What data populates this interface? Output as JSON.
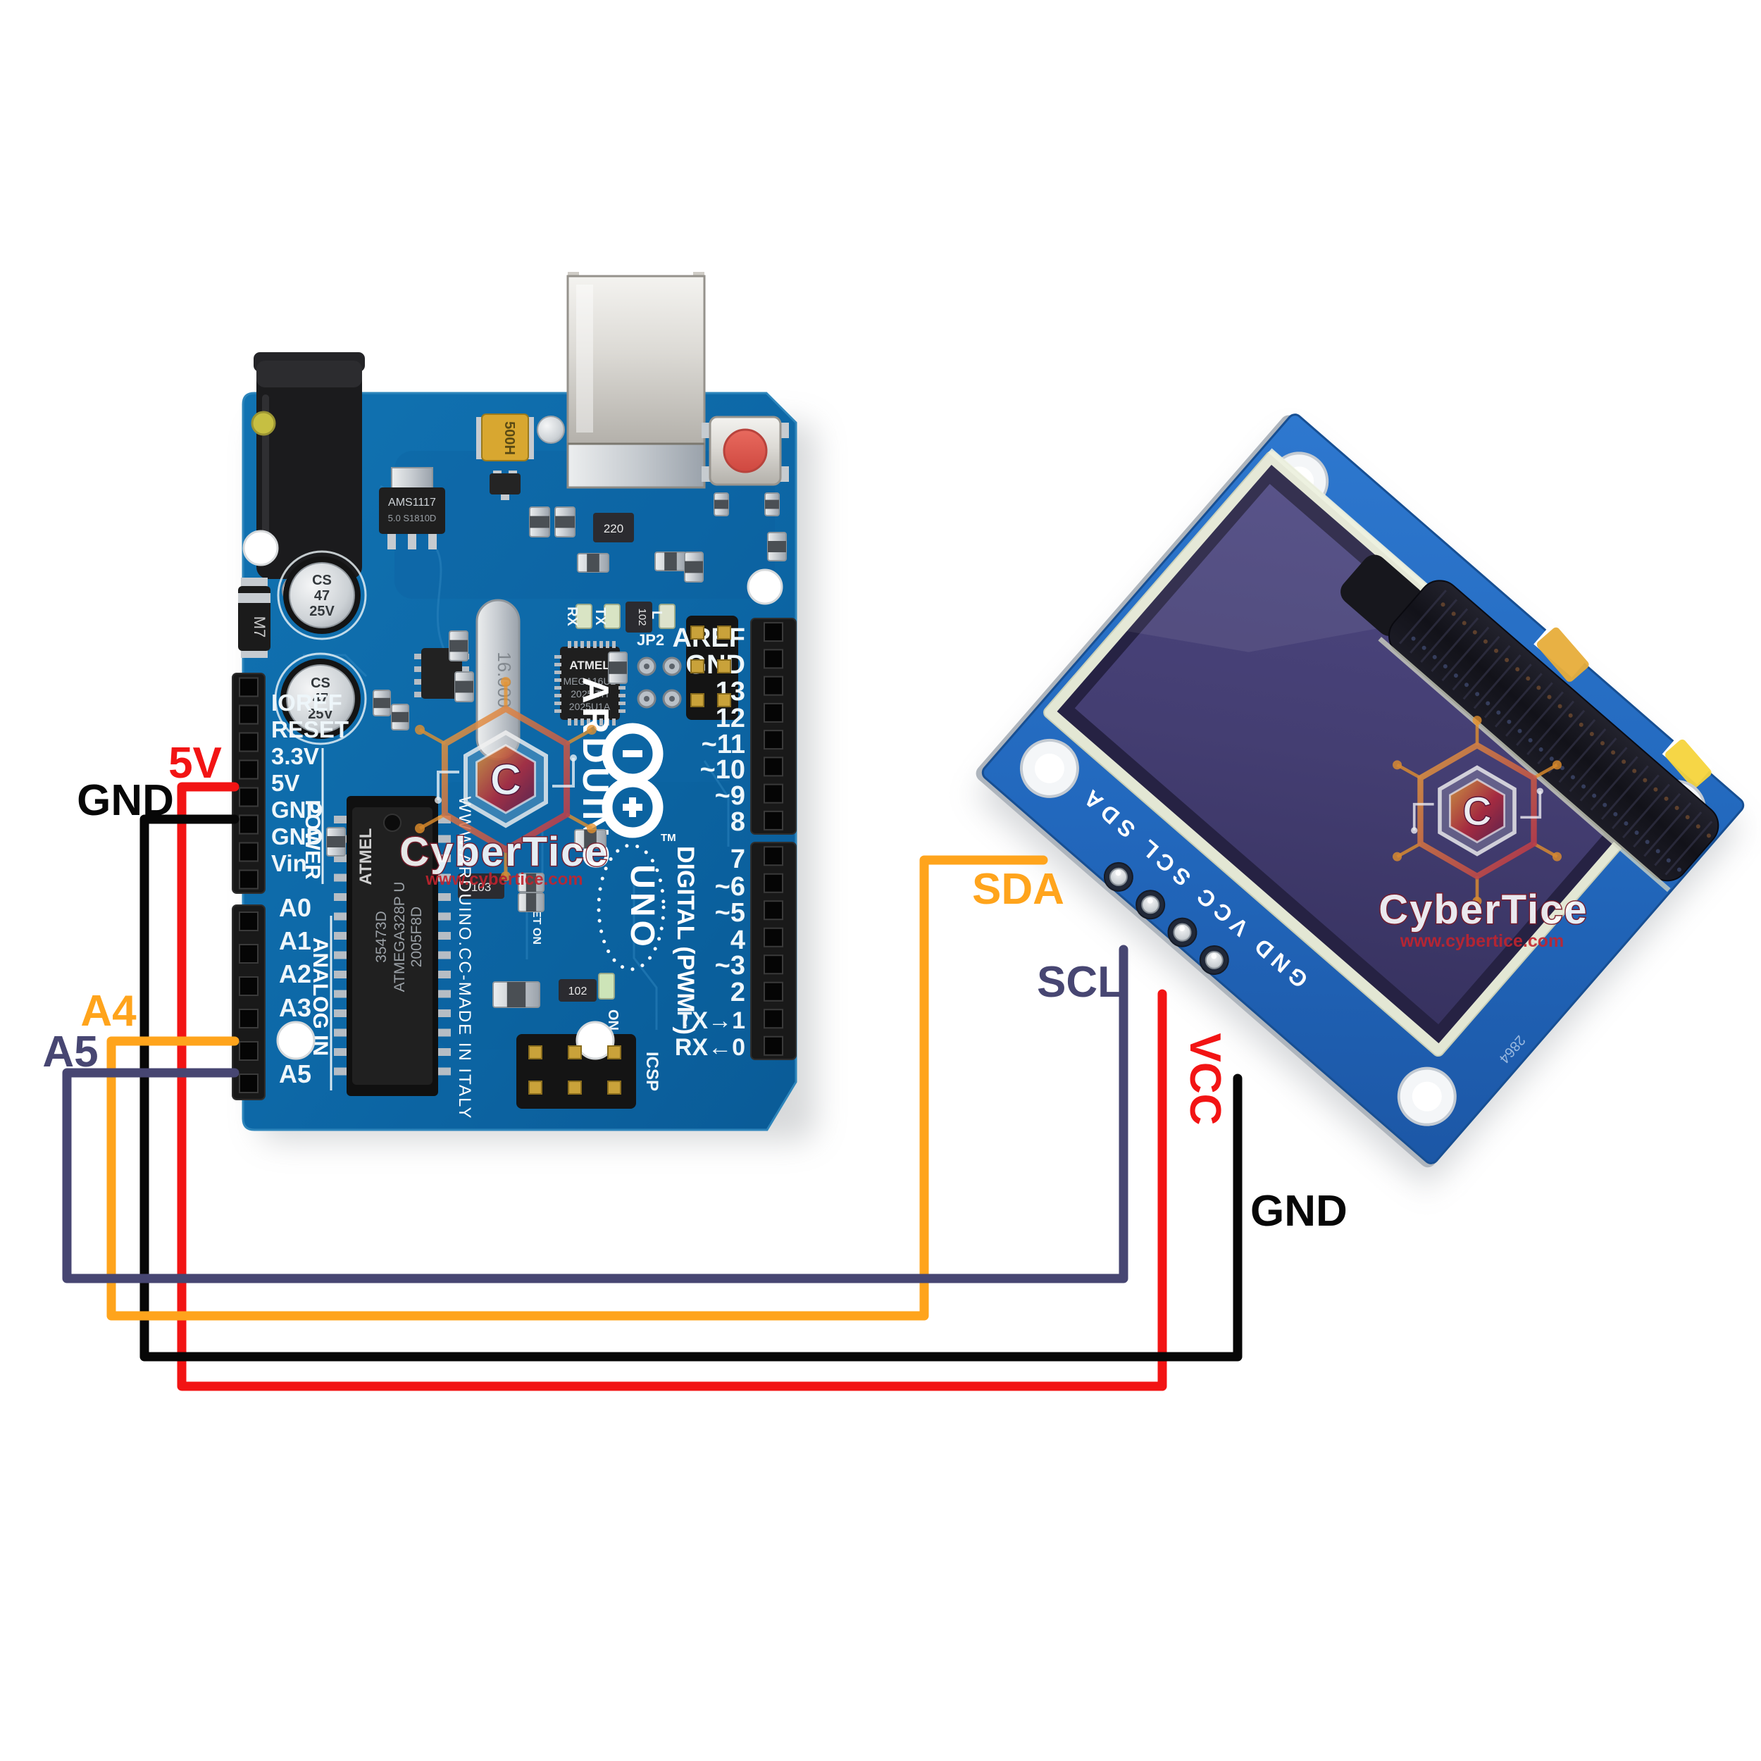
{
  "watermark": {
    "brand": "CyberTice",
    "site": "www.cybertice.com",
    "monogram": "C"
  },
  "wires": {
    "left": [
      {
        "id": "5v",
        "label": "5V",
        "color": "#f21414"
      },
      {
        "id": "gnd",
        "label": "GND",
        "color": "#070707"
      },
      {
        "id": "a4",
        "label": "A4",
        "color": "#ffa41c"
      },
      {
        "id": "a5",
        "label": "A5",
        "color": "#474672"
      }
    ],
    "right": [
      {
        "id": "sda",
        "label": "SDA",
        "color": "#ffa41c"
      },
      {
        "id": "scl",
        "label": "SCL",
        "color": "#474672"
      },
      {
        "id": "vcc",
        "label": "VCC",
        "color": "#f21414"
      },
      {
        "id": "gnd2",
        "label": "GND",
        "color": "#070707"
      }
    ]
  },
  "arduino": {
    "brand": "ARDUINO",
    "model": "UNO",
    "trademark": "TM",
    "digital_caption": "DIGITAL (PWM~)",
    "origin_caption": "WWW.ARDUINO.CC-MADE IN ITALY",
    "power_caption": "POWER",
    "analog_caption": "ANALOG IN",
    "power_pins": [
      "IOREF",
      "RESET",
      "3.3V",
      "5V",
      "GND",
      "GND",
      "Vin"
    ],
    "analog_pins": [
      "A0",
      "A1",
      "A2",
      "A3",
      "A4",
      "A5"
    ],
    "digital_top": [
      "AREF",
      "GND",
      "13",
      "12",
      "~11",
      "~10",
      "~9",
      "8"
    ],
    "digital_bottom": [
      "7",
      "~6",
      "~5",
      "4",
      "~3",
      "2",
      "TX→1",
      "RX←0"
    ],
    "mcu_brand": "ATMEL",
    "mcu_line1": "35473D",
    "mcu_line2": "ATMEGA328P U",
    "mcu_line3": "2005F8D",
    "usb_chip_brand": "ATMEL",
    "usb_chip": [
      "MEGA16U2",
      "2025 TH",
      "2025U1A"
    ],
    "regulator_line1": "AMS1117",
    "regulator_line2": "5.0 S1810D",
    "fuse": "500H",
    "crystal": "16.000",
    "diode": "M7",
    "cap_lines": [
      "CS",
      "47",
      "25V"
    ],
    "jp2": "JP2",
    "icsp": "ICSP",
    "r220": "220",
    "r103": "103",
    "r102": "102",
    "r102b": "102",
    "led_rx": "RX",
    "led_tx": "TX",
    "led_l": "L",
    "led_on": "ON",
    "reset_note": "RESET ON"
  },
  "oled": {
    "pin_silkscreen": "GND VCC SCL SDA",
    "pcb_code": "2864"
  }
}
